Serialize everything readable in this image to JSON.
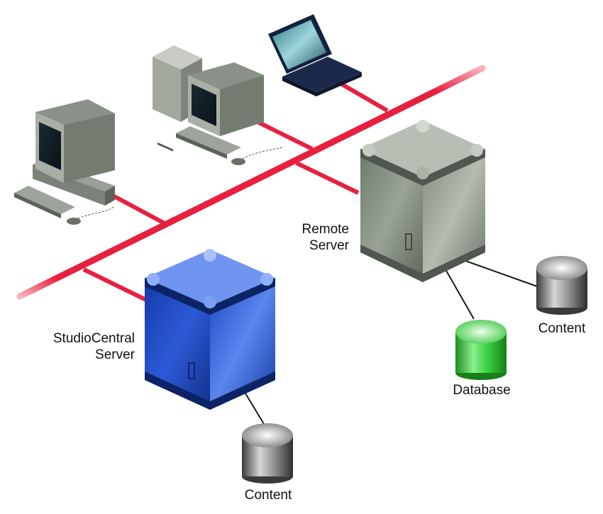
{
  "labels": {
    "remote_server": [
      "Remote",
      "Server"
    ],
    "studiocentral_server": [
      "StudioCentral",
      "Server"
    ],
    "content_remote": "Content",
    "database": "Database",
    "content_central": "Content"
  },
  "icons": {
    "workstation_left": "desktop-workstation-icon",
    "workstation_center": "tower-workstation-icon",
    "laptop": "laptop-icon",
    "remote_server": "gray-server-cube-icon",
    "central_server": "blue-server-cube-icon",
    "content_remote": "gray-cylinder-storage-icon",
    "database": "green-cylinder-database-icon",
    "content_central": "gray-cylinder-storage-icon"
  },
  "colors": {
    "network": "#e8203f",
    "connector": "#1a1a1a",
    "central_server": "#1f45b8",
    "remote_server": "#7f8a7c",
    "database": "#39d43e",
    "storage": "#8f8f8f"
  }
}
